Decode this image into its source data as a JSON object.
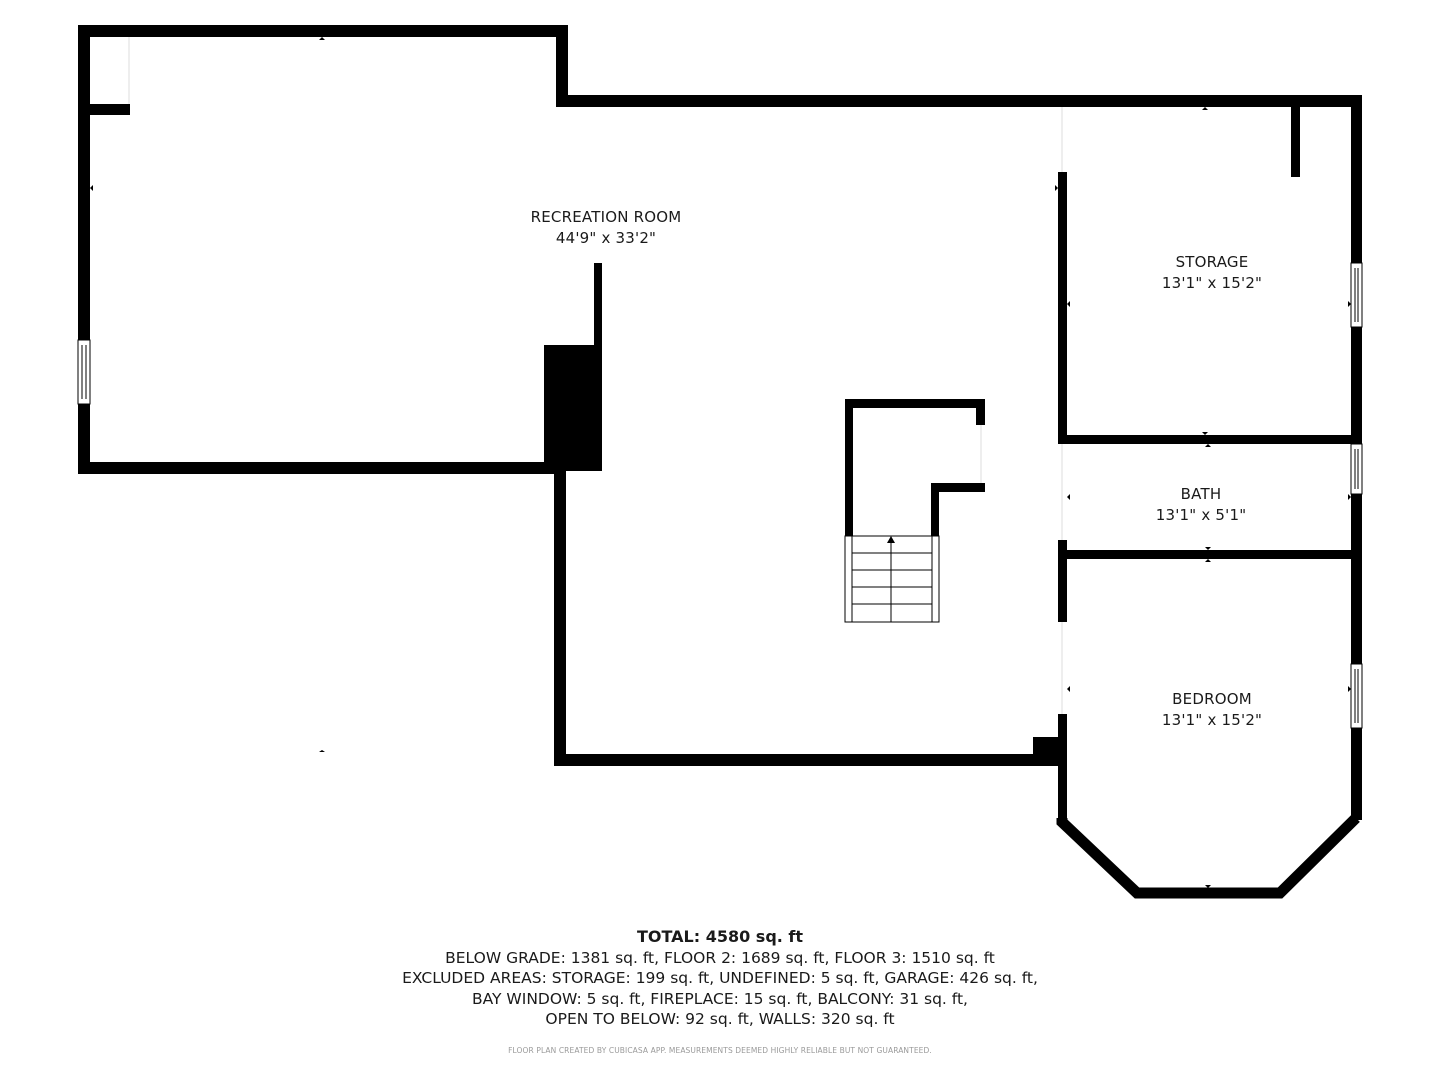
{
  "plan": {
    "wall_color": "#000000",
    "background": "#ffffff",
    "rooms": [
      {
        "name": "RECREATION ROOM",
        "dimensions": "44'9\" x 33'2\""
      },
      {
        "name": "STORAGE",
        "dimensions": "13'1\" x 15'2\""
      },
      {
        "name": "BATH",
        "dimensions": "13'1\" x 5'1\""
      },
      {
        "name": "BEDROOM",
        "dimensions": "13'1\" x 15'2\""
      }
    ],
    "stairs": {
      "direction": "up",
      "steps": 5
    }
  },
  "summary": {
    "total": "TOTAL: 4580 sq. ft",
    "line1": "BELOW GRADE: 1381 sq. ft, FLOOR 2: 1689 sq. ft, FLOOR 3: 1510 sq. ft",
    "line2": "EXCLUDED AREAS: STORAGE: 199 sq. ft, UNDEFINED: 5 sq. ft, GARAGE: 426 sq. ft,",
    "line3": "BAY WINDOW: 5 sq. ft, FIREPLACE: 15 sq. ft, BALCONY: 31 sq. ft,",
    "line4": "OPEN TO BELOW: 92 sq. ft, WALLS: 320 sq. ft"
  },
  "footer": {
    "disclaimer": "FLOOR PLAN CREATED BY CUBICASA APP. MEASUREMENTS DEEMED HIGHLY RELIABLE BUT NOT GUARANTEED."
  }
}
